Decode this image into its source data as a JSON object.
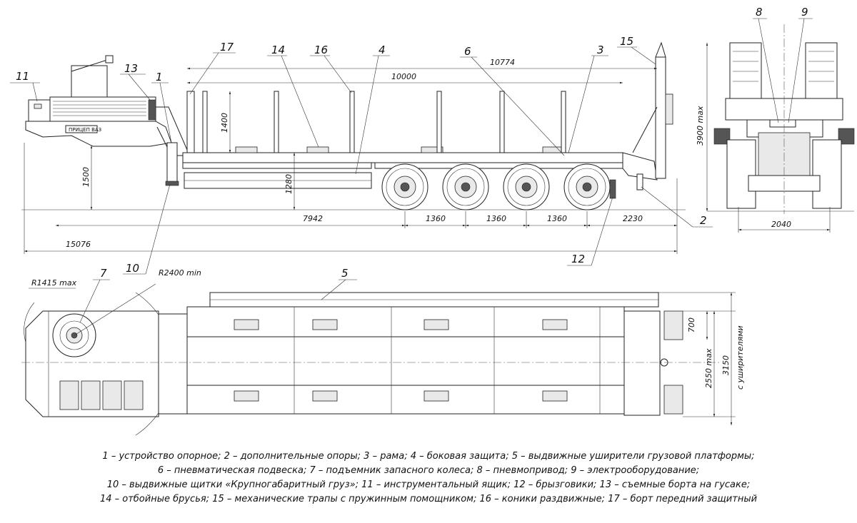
{
  "dimensions": {
    "overall_length": "15076",
    "length_10774": "10774",
    "length_10000": "10000",
    "front_overhang": "7942",
    "axle_spacing_1": "1360",
    "axle_spacing_2": "1360",
    "axle_spacing_3": "1360",
    "rear_overhang": "2230",
    "height_1400": "1400",
    "height_1500": "1500",
    "height_1280": "1280",
    "height_max": "3900 max",
    "rear_width": "2040",
    "radius_1415": "R1415 max",
    "radius_2400": "R2400 min",
    "width_700": "700",
    "width_2550": "2550 max",
    "width_3150": "3150",
    "width_note": "с уширителями"
  },
  "callouts": {
    "c1": "1",
    "c2": "2",
    "c3": "3",
    "c4": "4",
    "c5": "5",
    "c6": "6",
    "c7": "7",
    "c8": "8",
    "c9": "9",
    "c10": "10",
    "c11": "11",
    "c12": "12",
    "c13": "13",
    "c14": "14",
    "c15": "15",
    "c16": "16",
    "c17": "17"
  },
  "legend": {
    "line1": "1 – устройство опорное; 2 – дополнительные опоры; 3 – рама; 4 – боковая защита; 5 – выдвижные уширители грузовой платформы;",
    "line2": "6 – пневматическая подвеска; 7 – подъемник запасного колеса; 8 – пневмопривод; 9 – электрооборудование;",
    "line3": "10 – выдвижные щитки «Крупногабаритный груз»; 11 – инструментальный ящик; 12 – брызговики; 13 – съемные борта на гусаке;",
    "line4": "14 – отбойные брусья; 15 – механические трапы с пружинным помощником; 16 – коники раздвижные; 17 – борт передний защитный"
  },
  "nameplate": "ПРИЦЕП ВАЗ"
}
